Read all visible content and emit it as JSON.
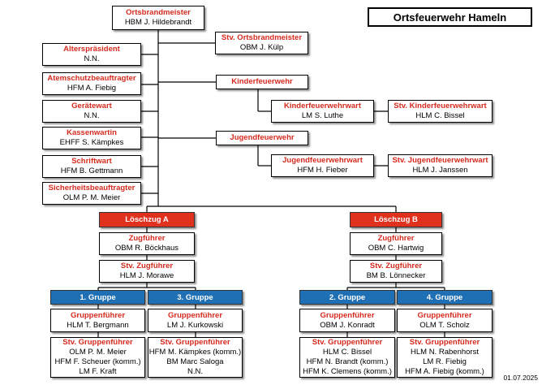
{
  "title": "Ortsfeuerwehr Hameln",
  "date": "01.07.2025",
  "colors": {
    "red": "#e0301e",
    "blue": "#1f6fb5",
    "role_text": "#d52b1e"
  },
  "ortsbrandmeister": {
    "role": "Ortsbrandmeister",
    "name": "HBM J. Hildebrandt"
  },
  "stv_ortsbrandmeister": {
    "role": "Stv. Ortsbrandmeister",
    "name": "OBM J. Külp"
  },
  "alterspraesident": {
    "role": "Alterspräsident",
    "name": "N.N."
  },
  "atemschutz": {
    "role": "Atemschutzbeauftragter",
    "name": "HFM A. Fiebig"
  },
  "geraetewart": {
    "role": "Gerätewart",
    "name": "N.N."
  },
  "kassenwartin": {
    "role": "Kassenwartin",
    "name": "EHFF S. Kämpkes"
  },
  "schriftwart": {
    "role": "Schriftwart",
    "name": "HFM B. Gettmann"
  },
  "sicherheit": {
    "role": "Sicherheitsbeauftragter",
    "name": "OLM P. M. Meier"
  },
  "kinderfeuerwehr": {
    "label": "Kinderfeuerwehr"
  },
  "kinderfeuerwehrwart": {
    "role": "Kinderfeuerwehrwart",
    "name": "LM S. Luthe"
  },
  "stv_kinderfeuerwehrwart": {
    "role": "Stv. Kinderfeuerwehrwart",
    "name": "HLM C. Bissel"
  },
  "jugendfeuerwehr": {
    "label": "Jugendfeuerwehr"
  },
  "jugendfeuerwehrwart": {
    "role": "Jugendfeuerwehrwart",
    "name": "HFM H. Fieber"
  },
  "stv_jugendfeuerwehrwart": {
    "role": "Stv. Jugendfeuerwehrwart",
    "name": "HLM J. Janssen"
  },
  "loeschzug_a": {
    "label": "Löschzug A",
    "zugfuehrer": {
      "role": "Zugführer",
      "name": "OBM R. Böckhaus"
    },
    "stv_zugfuehrer": {
      "role": "Stv. Zugführer",
      "name": "HLM J. Morawe"
    },
    "gruppe1": {
      "label": "1. Gruppe",
      "gf_role": "Gruppenführer",
      "gf_name": "HLM T. Bergmann",
      "stv_role": "Stv. Gruppenführer",
      "stv_names": [
        "OLM P. M. Meier",
        "HFM F. Scheuer (komm.)",
        "LM F. Kraft"
      ]
    },
    "gruppe3": {
      "label": "3. Gruppe",
      "gf_role": "Gruppenführer",
      "gf_name": "LM J. Kurkowski",
      "stv_role": "Stv. Gruppenführer",
      "stv_names": [
        "HFM M. Kämpkes (komm.)",
        "BM Marc Saloga",
        "N.N."
      ]
    }
  },
  "loeschzug_b": {
    "label": "Löschzug B",
    "zugfuehrer": {
      "role": "Zugführer",
      "name": "OBM C. Hartwig"
    },
    "stv_zugfuehrer": {
      "role": "Stv. Zugführer",
      "name": "BM B. Lönnecker"
    },
    "gruppe2": {
      "label": "2. Gruppe",
      "gf_role": "Gruppenführer",
      "gf_name": "OBM J. Konradt",
      "stv_role": "Stv. Gruppenführer",
      "stv_names": [
        "HLM C. Bissel",
        "HFM N. Brandt (komm.)",
        "HFM K. Clemens (komm.)"
      ]
    },
    "gruppe4": {
      "label": "4. Gruppe",
      "gf_role": "Gruppenführer",
      "gf_name": "OLM T. Scholz",
      "stv_role": "Stv. Gruppenführer",
      "stv_names": [
        "HLM N. Rabenhorst",
        "LM R. Fiebig",
        "HFM A. Fiebig (komm.)"
      ]
    }
  }
}
